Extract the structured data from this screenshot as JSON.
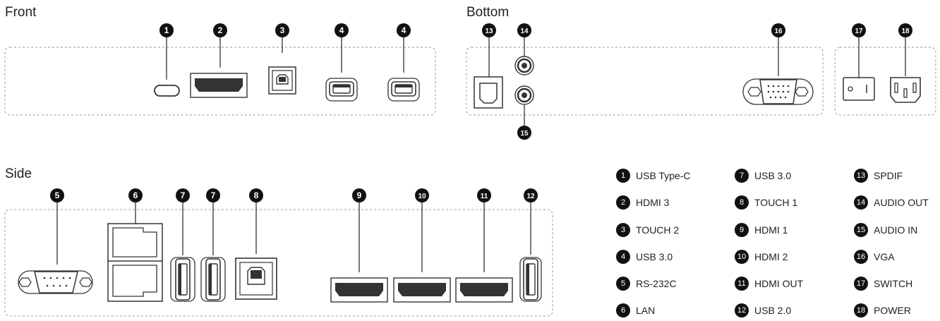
{
  "sections": {
    "front": "Front",
    "bottom": "Bottom",
    "side": "Side"
  },
  "legend": [
    {
      "num": "1",
      "label": "USB Type-C"
    },
    {
      "num": "2",
      "label": "HDMI 3"
    },
    {
      "num": "3",
      "label": "TOUCH 2"
    },
    {
      "num": "4",
      "label": "USB 3.0"
    },
    {
      "num": "5",
      "label": "RS-232C"
    },
    {
      "num": "6",
      "label": "LAN"
    },
    {
      "num": "7",
      "label": "USB 3.0"
    },
    {
      "num": "8",
      "label": "TOUCH 1"
    },
    {
      "num": "9",
      "label": "HDMI 1"
    },
    {
      "num": "10",
      "label": "HDMI 2"
    },
    {
      "num": "11",
      "label": "HDMI OUT"
    },
    {
      "num": "12",
      "label": "USB 2.0"
    },
    {
      "num": "13",
      "label": "SPDIF"
    },
    {
      "num": "14",
      "label": "AUDIO OUT"
    },
    {
      "num": "15",
      "label": "AUDIO IN"
    },
    {
      "num": "16",
      "label": "VGA"
    },
    {
      "num": "17",
      "label": "SWITCH"
    },
    {
      "num": "18",
      "label": "POWER"
    }
  ],
  "callouts": {
    "front": [
      "1",
      "2",
      "3",
      "4",
      "4"
    ],
    "bottom": [
      "13",
      "14",
      "15",
      "16",
      "17",
      "18"
    ],
    "side": [
      "5",
      "6",
      "7",
      "7",
      "8",
      "9",
      "10",
      "11",
      "12"
    ]
  },
  "colors": {
    "marker": "#111111",
    "outline": "#333333",
    "panel": "#999999"
  }
}
